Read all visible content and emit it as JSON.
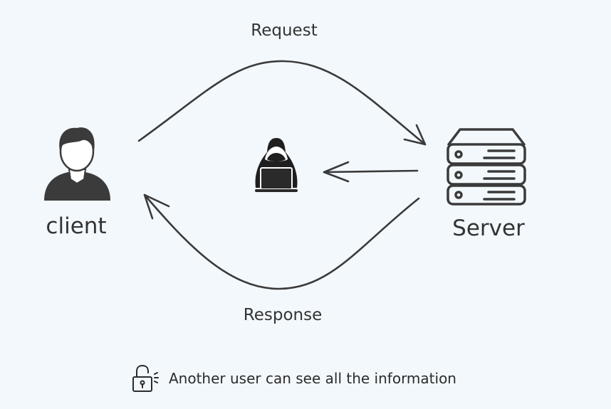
{
  "labels": {
    "request": "Request",
    "response": "Response",
    "client": "client",
    "server": "Server"
  },
  "footer": {
    "text": "Another user can see all the information"
  },
  "icons": {
    "client": "person-icon",
    "server": "server-rack-icon",
    "attacker": "hooded-hacker-icon",
    "lock": "unlocked-padlock-icon"
  },
  "colors": {
    "background": "#f3f8fd",
    "stroke": "#3a3a3a",
    "icon_fill": "#3b3b3b"
  }
}
